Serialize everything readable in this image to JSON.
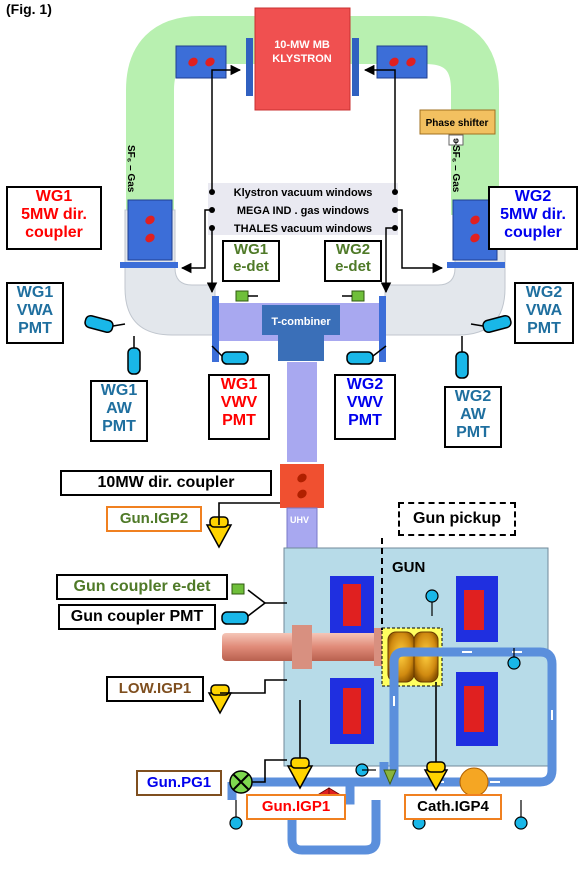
{
  "header": {
    "text": "(Fig. 1)"
  },
  "klystron": {
    "line1": "10-MW MB",
    "line2": "KLYSTRON"
  },
  "phase_shifter": {
    "label": "Phase shifter",
    "symbol": "φ"
  },
  "sf6_left": "SF₆ – Gas",
  "sf6_right": "SF₆ – Gas",
  "windows": {
    "klystron": "Klystron vacuum windows",
    "mega": "MEGA IND . gas windows",
    "thales": "THALES vacuum windows"
  },
  "wg1_coupler": [
    "WG1",
    "5MW dir.",
    "coupler"
  ],
  "wg2_coupler": [
    "WG2",
    "5MW dir.",
    "coupler"
  ],
  "wg1_edet": [
    "WG1",
    "e-det"
  ],
  "wg2_edet": [
    "WG2",
    "e-det"
  ],
  "wg1_vwa": [
    "WG1",
    "VWA",
    "PMT"
  ],
  "wg2_vwa": [
    "WG2",
    "VWA",
    "PMT"
  ],
  "wg1_aw": [
    "WG1",
    "AW",
    "PMT"
  ],
  "wg2_aw": [
    "WG2",
    "AW",
    "PMT"
  ],
  "wg1_vwv": [
    "WG1",
    "VWV",
    "PMT"
  ],
  "wg2_vwv": [
    "WG2",
    "VWV",
    "PMT"
  ],
  "t_combiner": "T-combiner",
  "dir_coupler_10mw": "10MW dir. coupler",
  "gun_igp2": "Gun.IGP2",
  "uhv": "UHV",
  "gun_pickup": "Gun pickup",
  "gun": "GUN",
  "gun_coupler_edet": "Gun coupler e-det",
  "gun_coupler_pmt": "Gun coupler PMT",
  "low_igp1": "LOW.IGP1",
  "gun_pg1": "Gun.PG1",
  "gun_igp1": "Gun.IGP1",
  "cath_igp4": "Cath.IGP4",
  "colors": {
    "red_text": "#ff0000",
    "blue_text": "#0000ee",
    "teal_text": "#1f6f9f",
    "green_text": "#4f7a28",
    "orange_border": "#f08020",
    "brown_text": "#7f4f1f",
    "klystron": "#f05050",
    "sf6_pipe": "#b8f0b0",
    "waveguide_gray": "#e0e4ea",
    "combiner": "#a8a8f0",
    "gun_bg": "#b7dbe8",
    "water": "#5b8fdc",
    "pump_yellow": "#ffd400"
  }
}
